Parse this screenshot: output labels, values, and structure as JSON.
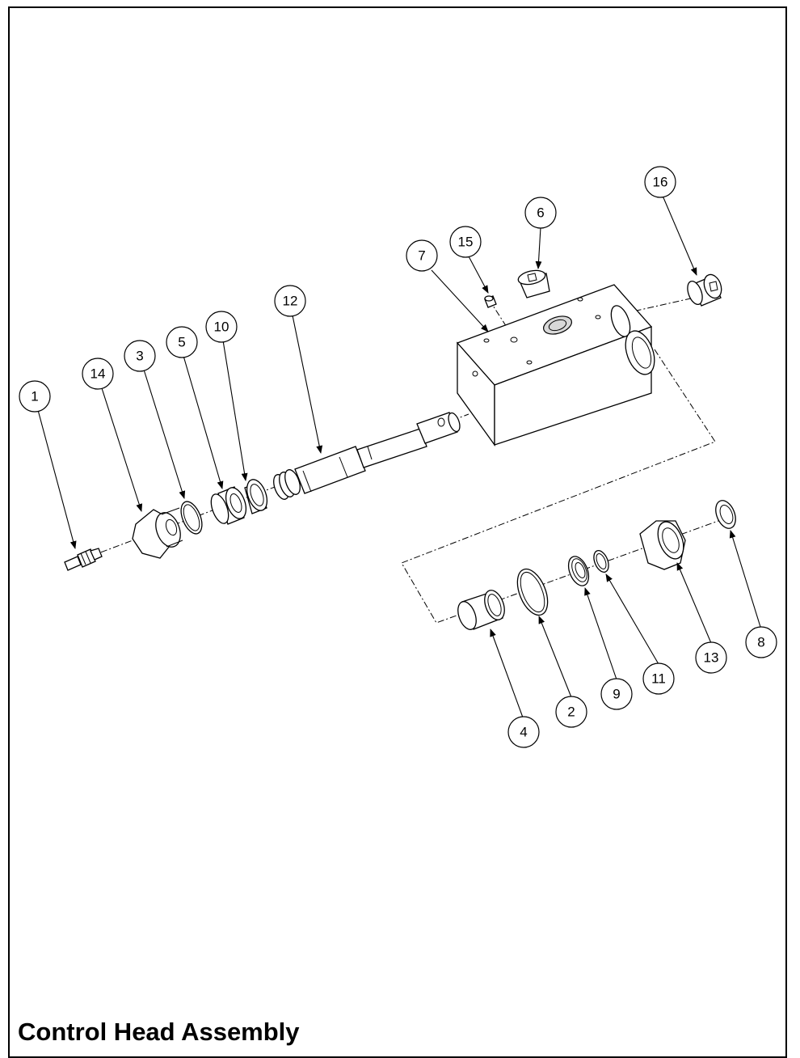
{
  "title": "Control Head Assembly",
  "callouts": [
    {
      "id": "c1",
      "label": "1"
    },
    {
      "id": "c14",
      "label": "14"
    },
    {
      "id": "c3",
      "label": "3"
    },
    {
      "id": "c5",
      "label": "5"
    },
    {
      "id": "c10",
      "label": "10"
    },
    {
      "id": "c12",
      "label": "12"
    },
    {
      "id": "c7",
      "label": "7"
    },
    {
      "id": "c15",
      "label": "15"
    },
    {
      "id": "c6",
      "label": "6"
    },
    {
      "id": "c16",
      "label": "16"
    },
    {
      "id": "c4",
      "label": "4"
    },
    {
      "id": "c2",
      "label": "2"
    },
    {
      "id": "c9",
      "label": "9"
    },
    {
      "id": "c11",
      "label": "11"
    },
    {
      "id": "c13",
      "label": "13"
    },
    {
      "id": "c8",
      "label": "8"
    }
  ]
}
